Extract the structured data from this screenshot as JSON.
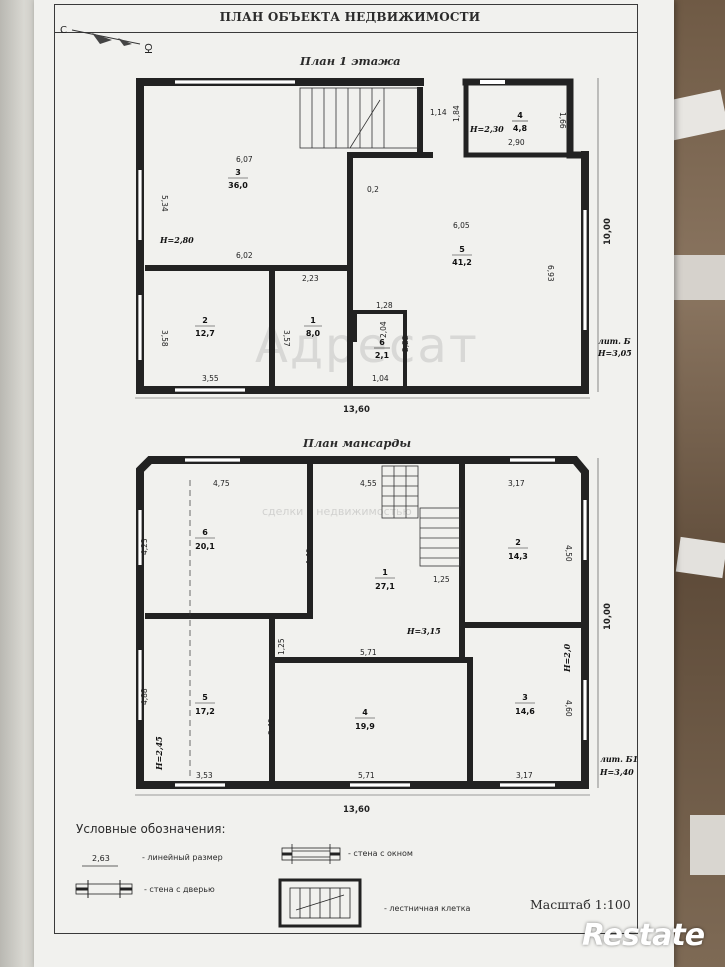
{
  "document": {
    "title": "ПЛАН ОБЪЕКТА НЕДВИЖИМОСТИ",
    "compass": {
      "north": "С",
      "south": "Ю"
    },
    "scale_text": "Масштаб 1:100",
    "watermark": {
      "name": "Адресат",
      "tagline": "сделки с недвижимостью"
    },
    "brand": "Restate"
  },
  "floor1": {
    "title": "План 1 этажа",
    "lit": "лит. Б",
    "height_total": "H=3,05",
    "height_main": "H=2,80",
    "height_small": "H=2,30",
    "overall_width": "13,60",
    "overall_height": "10,00",
    "rooms": [
      {
        "no": "1",
        "area": "8,0"
      },
      {
        "no": "2",
        "area": "12,7"
      },
      {
        "no": "3",
        "area": "36,0"
      },
      {
        "no": "4",
        "area": "4,8"
      },
      {
        "no": "5",
        "area": "41,2"
      },
      {
        "no": "6",
        "area": "2,1"
      }
    ],
    "dims": [
      "6,07",
      "5,34",
      "6,02",
      "3,58",
      "3,55",
      "3,57",
      "2,23",
      "0,2",
      "1,14",
      "1,84",
      "2,90",
      "1,66",
      "6,05",
      "6,93",
      "1,28",
      "2,04",
      "2,22",
      "1,04"
    ]
  },
  "floor2": {
    "title": "План мансарды",
    "lit": "лит. Б1",
    "height_total": "H=3,40",
    "height_hall": "H=3,15",
    "height_room3": "H=2,0",
    "height_room5": "H=2,45",
    "overall_width": "13,60",
    "overall_height": "10,00",
    "rooms": [
      {
        "no": "1",
        "area": "27,1"
      },
      {
        "no": "2",
        "area": "14,3"
      },
      {
        "no": "3",
        "area": "14,6"
      },
      {
        "no": "4",
        "area": "19,9"
      },
      {
        "no": "5",
        "area": "17,2"
      },
      {
        "no": "6",
        "area": "20,1"
      }
    ],
    "dims": [
      "4,75",
      "4,55",
      "3,17",
      "4,23",
      "4,40",
      "1,25",
      "4,50",
      "1,25",
      "5,71",
      "4,88",
      "3,49",
      "4,60",
      "3,53",
      "5,71",
      "3,17"
    ]
  },
  "legend": {
    "title": "Условные обозначения:",
    "sample_dim": "2,63",
    "items": [
      {
        "label": "- линейный размер"
      },
      {
        "label": "- стена с окном"
      },
      {
        "label": "- стена с дверью"
      },
      {
        "label": "- лестничная клетка"
      }
    ]
  }
}
